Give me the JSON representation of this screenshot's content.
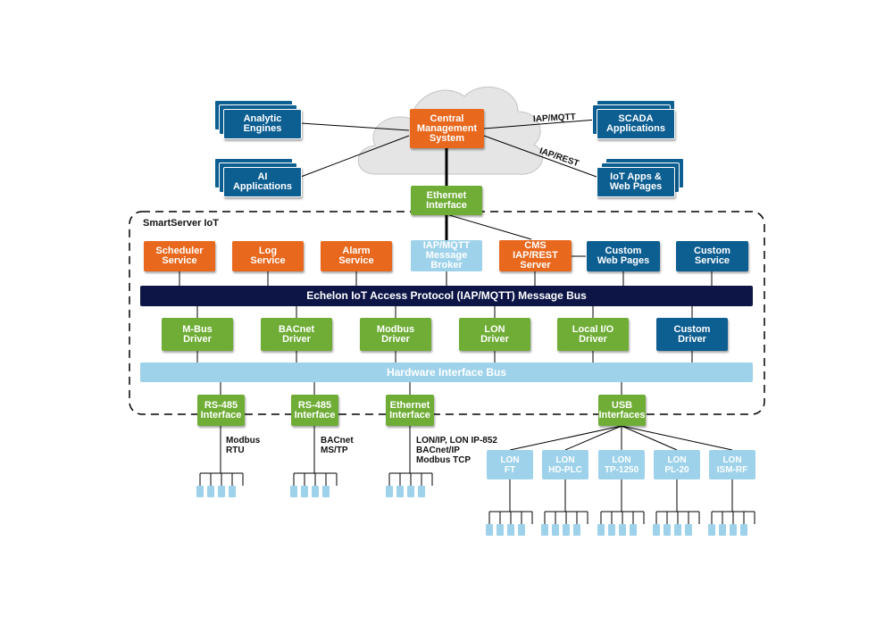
{
  "colors": {
    "orange": "#e8681e",
    "green": "#6fad36",
    "blue": "#0d5e91",
    "light_blue": "#9ed2ea",
    "navy": "#0c1546",
    "cloud": "#e5e5e5"
  },
  "cloud": {
    "central": "Central\nManagement\nSystem",
    "ethernet": "Ethernet\nInterface"
  },
  "clients": {
    "analytic": "Analytic\nEngines",
    "ai": "AI\nApplications",
    "scada": "SCADA\nApplications",
    "iot_apps": "IoT Apps &\nWeb Pages"
  },
  "protocols": {
    "iap_mqtt": "IAP/MQTT",
    "iap_rest": "IAP/REST"
  },
  "smartserver": {
    "title": "SmartServer IoT",
    "services": [
      {
        "label": "Scheduler\nService"
      },
      {
        "label": "Log\nService"
      },
      {
        "label": "Alarm\nService"
      },
      {
        "label": "IAP/MQTT\nMessage\nBroker"
      },
      {
        "label": "CMS\nIAP/REST\nServer"
      },
      {
        "label": "Custom\nWeb Pages"
      },
      {
        "label": "Custom\nService"
      }
    ],
    "message_bus": "Echelon IoT Access Protocol (IAP/MQTT) Message Bus",
    "drivers": [
      {
        "label": "M-Bus\nDriver"
      },
      {
        "label": "BACnet\nDriver"
      },
      {
        "label": "Modbus\nDriver"
      },
      {
        "label": "LON\nDriver"
      },
      {
        "label": "Local I/O\nDriver"
      },
      {
        "label": "Custom\nDriver"
      }
    ],
    "hardware_bus": "Hardware Interface Bus"
  },
  "interfaces": [
    {
      "label": "RS-485\nInterface",
      "protocol": "Modbus\nRTU"
    },
    {
      "label": "RS-485\nInterface",
      "protocol": "BACnet\nMS/TP"
    },
    {
      "label": "Ethernet\nInterface",
      "protocol": "LON/IP, LON IP-852\nBACnet/IP\nModbus TCP"
    },
    {
      "label": "USB\nInterfaces",
      "protocol": ""
    }
  ],
  "lon_channels": [
    {
      "label": "LON\nFT"
    },
    {
      "label": "LON\nHD-PLC"
    },
    {
      "label": "LON\nTP-1250"
    },
    {
      "label": "LON\nPL-20"
    },
    {
      "label": "LON\nISM-RF"
    }
  ]
}
